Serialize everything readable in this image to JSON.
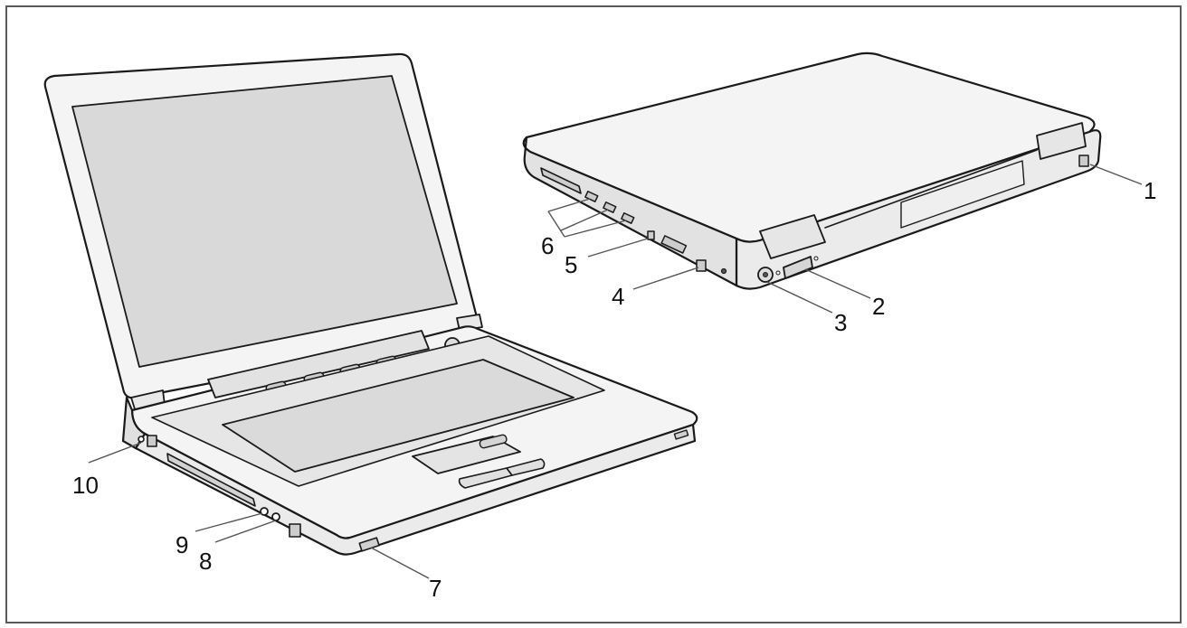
{
  "figure": {
    "callouts": [
      {
        "id": "callout-1",
        "label": "1"
      },
      {
        "id": "callout-2",
        "label": "2"
      },
      {
        "id": "callout-3",
        "label": "3"
      },
      {
        "id": "callout-4",
        "label": "4"
      },
      {
        "id": "callout-5",
        "label": "5"
      },
      {
        "id": "callout-6",
        "label": "6"
      },
      {
        "id": "callout-7",
        "label": "7"
      },
      {
        "id": "callout-8",
        "label": "8"
      },
      {
        "id": "callout-9",
        "label": "9"
      },
      {
        "id": "callout-10",
        "label": "10"
      }
    ]
  },
  "colors": {
    "frame": "#5a5a5a",
    "line": "#1a1a1a",
    "screen_fill": "#d9d9d9",
    "body_fill": "#f4f4f4",
    "panel_fill": "#e2e2e2",
    "leader": "#555555"
  }
}
